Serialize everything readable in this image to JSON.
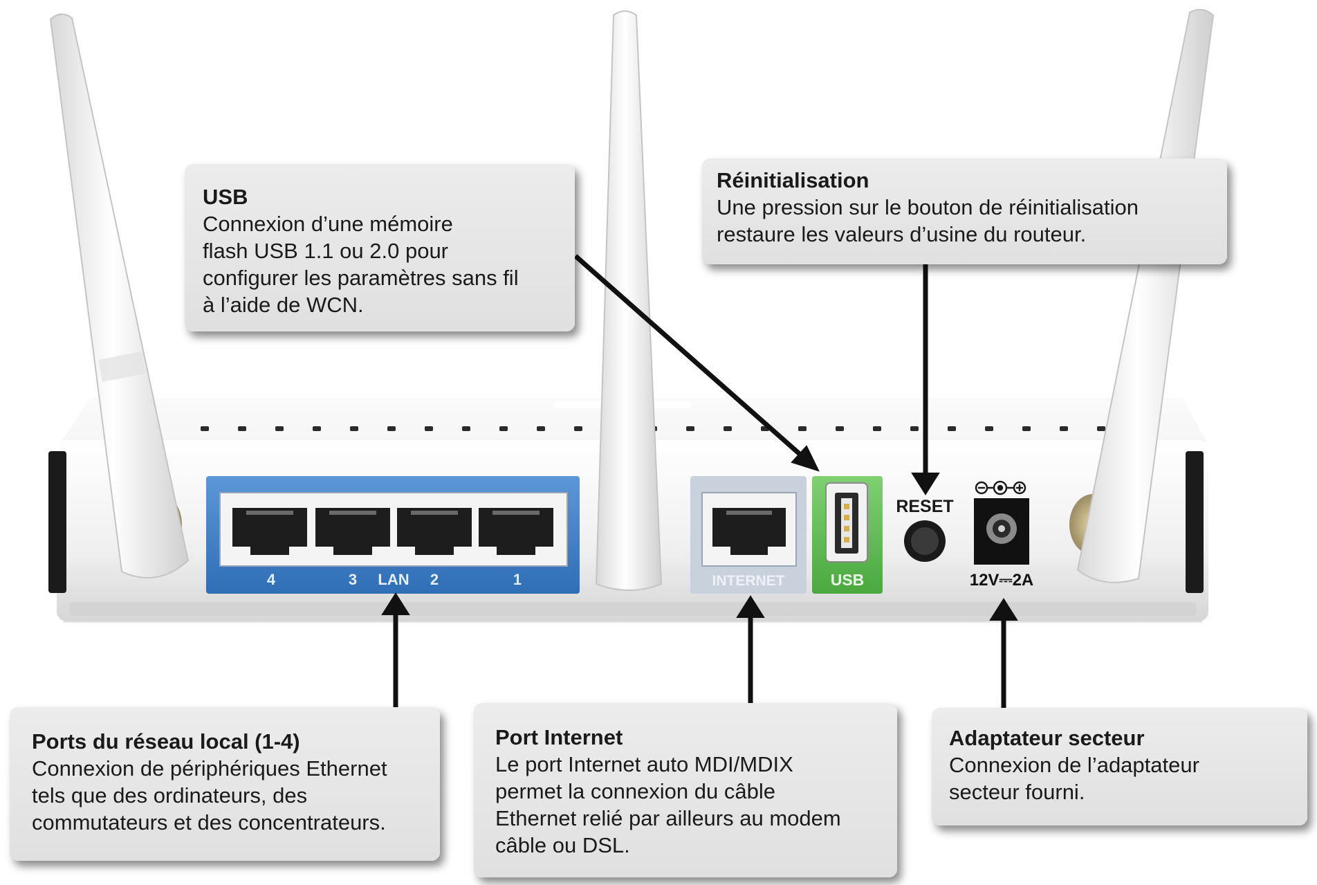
{
  "router": {
    "lan_label": "LAN",
    "lan_port_numbers": [
      "4",
      "3",
      "2",
      "1"
    ],
    "internet_label": "INTERNET",
    "usb_label": "USB",
    "reset_label": "RESET",
    "power_rating": "12V⎓2A",
    "colors": {
      "lan_panel": "#3f7fc6",
      "internet_panel": "#c8d0dc",
      "usb_panel": "#62bf55",
      "body": "#f2f2f2"
    }
  },
  "callouts": {
    "usb": {
      "title": "USB",
      "text": "Connexion d’une mémoire\nflash USB 1.1 ou 2.0 pour\nconfigurer les paramètres sans fil\nà l’aide de WCN."
    },
    "reset": {
      "title": "Réinitialisation",
      "text": "Une pression sur le bouton de réinitialisation\nrestaure les valeurs d’usine du routeur."
    },
    "lan": {
      "title": "Ports du réseau local (1-4)",
      "text": "Connexion de périphériques Ethernet\ntels que des ordinateurs, des\ncommutateurs et des concentrateurs."
    },
    "internet": {
      "title": "Port Internet",
      "text": "Le port Internet auto MDI/MDIX\npermet la connexion du câble\nEthernet relié par ailleurs au modem\ncâble ou DSL."
    },
    "power": {
      "title": "Adaptateur secteur",
      "text": "Connexion de l’adaptateur\nsecteur fourni."
    }
  }
}
